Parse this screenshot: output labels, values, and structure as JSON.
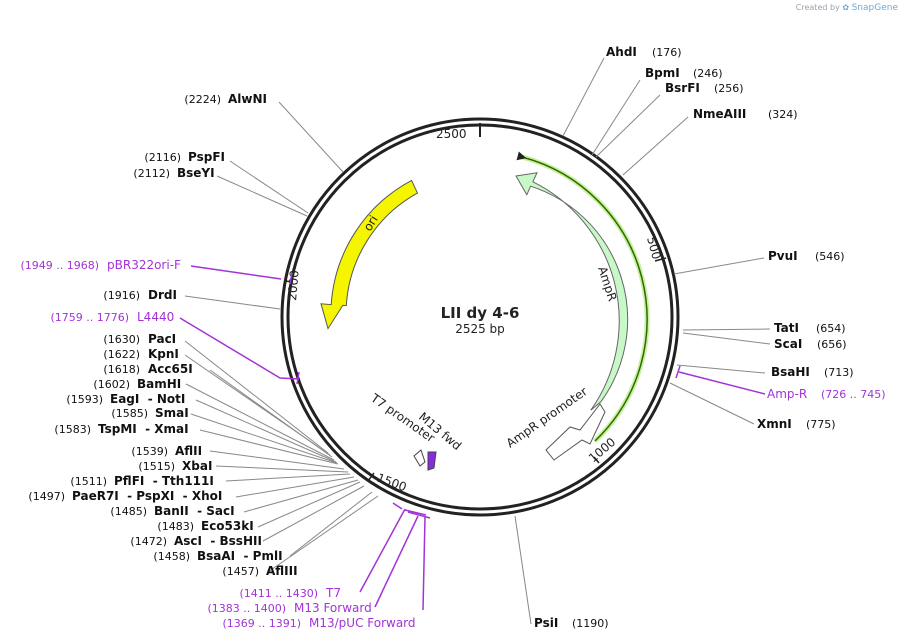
{
  "credit": {
    "prefix": "Created by",
    "brand": "SnapGene"
  },
  "plasmid": {
    "name": "LII dy 4-6",
    "length_label": "2525 bp",
    "length": 2525
  },
  "ticks": [
    "500",
    "1000",
    "1500",
    "2000",
    "2500"
  ],
  "features": [
    {
      "label": "ori",
      "color": "#f5f500"
    },
    {
      "label": "AmpR",
      "color": "#c8f7c8"
    },
    {
      "label": "AmpR promoter",
      "color": "#ffffff"
    },
    {
      "label": "T7 promoter",
      "color": "#ffffff"
    },
    {
      "label": "M13 fwd",
      "color": "#8a2be2"
    }
  ],
  "enzymes_left": [
    {
      "name": "AlwNI",
      "pos": "(2224)"
    },
    {
      "name": "PspFI",
      "pos": "(2116)"
    },
    {
      "name": "BseYI",
      "pos": "(2112)"
    },
    {
      "name": "DrdI",
      "pos": "(1916)"
    },
    {
      "name": "PacI",
      "pos": "(1630)"
    },
    {
      "name": "KpnI",
      "pos": "(1622)"
    },
    {
      "name": "Acc65I",
      "pos": "(1618)"
    },
    {
      "name": "BamHI",
      "pos": "(1602)"
    },
    {
      "name": "EagI  - NotI",
      "pos": "(1593)"
    },
    {
      "name": "SmaI",
      "pos": "(1585)"
    },
    {
      "name": "TspMI  - XmaI",
      "pos": "(1583)"
    },
    {
      "name": "AflII",
      "pos": "(1539)"
    },
    {
      "name": "XbaI",
      "pos": "(1515)"
    },
    {
      "name": "PflFI  - Tth111I",
      "pos": "(1511)"
    },
    {
      "name": "PaeR7I  - PspXI  - XhoI",
      "pos": "(1497)"
    },
    {
      "name": "BanII  - SacI",
      "pos": "(1485)"
    },
    {
      "name": "Eco53kI",
      "pos": "(1483)"
    },
    {
      "name": "AscI  - BssHII",
      "pos": "(1472)"
    },
    {
      "name": "BsaAI  - PmlI",
      "pos": "(1458)"
    },
    {
      "name": "AflIII",
      "pos": "(1457)"
    }
  ],
  "enzymes_right": [
    {
      "name": "AhdI",
      "pos": "(176)"
    },
    {
      "name": "BpmI",
      "pos": "(246)"
    },
    {
      "name": "BsrFI",
      "pos": "(256)"
    },
    {
      "name": "NmeAIII",
      "pos": "(324)"
    },
    {
      "name": "PvuI",
      "pos": "(546)"
    },
    {
      "name": "TatI",
      "pos": "(654)"
    },
    {
      "name": "ScaI",
      "pos": "(656)"
    },
    {
      "name": "BsaHI",
      "pos": "(713)"
    },
    {
      "name": "XmnI",
      "pos": "(775)"
    },
    {
      "name": "PsiI",
      "pos": "(1190)"
    }
  ],
  "primers": [
    {
      "range": "(1949 .. 1968)",
      "name": "pBR322ori-F"
    },
    {
      "range": "(1759 .. 1776)",
      "name": "L4440"
    },
    {
      "range": "(726 .. 745)",
      "name": "Amp-R"
    },
    {
      "range": "(1411 .. 1430)",
      "name": "T7"
    },
    {
      "range": "(1383 .. 1400)",
      "name": "M13 Forward"
    },
    {
      "range": "(1369 .. 1391)",
      "name": "M13/pUC Forward"
    }
  ],
  "colors": {
    "primer": "#a333d6",
    "line": "#888888",
    "ring": "#222222"
  }
}
